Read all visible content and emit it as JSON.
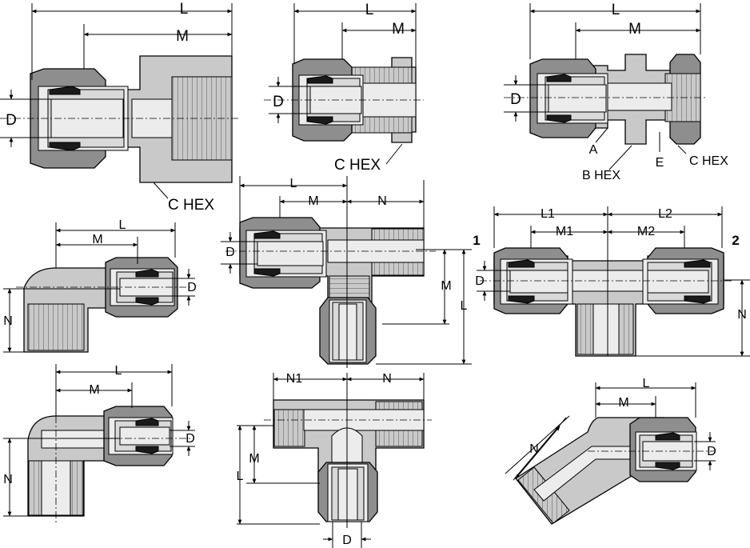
{
  "figures": {
    "female_connector": {
      "L": "L",
      "M": "M",
      "D": "D",
      "C_HEX": "C HEX"
    },
    "male_connector": {
      "L": "L",
      "M": "M",
      "D": "D",
      "C_HEX": "C HEX"
    },
    "bulkhead_connector": {
      "L": "L",
      "M": "M",
      "D": "D",
      "A": "A",
      "B_HEX": "B HEX",
      "E": "E",
      "C_HEX": "C HEX"
    },
    "female_elbow": {
      "L": "L",
      "M": "M",
      "N": "N",
      "D": "D"
    },
    "male_branch_tee": {
      "L": "L",
      "M": "M",
      "N": "N",
      "D": "D",
      "M_vertical": "M",
      "L_vertical": "L"
    },
    "female_branch_tee": {
      "L1": "L1",
      "L2": "L2",
      "M1": "M1",
      "M2": "M2",
      "D": "D",
      "N": "N",
      "port1": "1",
      "port2": "2"
    },
    "male_elbow": {
      "L": "L",
      "M": "M",
      "N": "N",
      "D": "D"
    },
    "female_run_tee": {
      "N1": "N1",
      "N": "N",
      "M": "M",
      "L": "L",
      "D": "D"
    },
    "elbow_45": {
      "L": "L",
      "M": "M",
      "N": "N",
      "D": "D"
    }
  },
  "colors": {
    "body": "#c9c9c9",
    "nut": "#8e8e8e",
    "bore": "#ececec",
    "ferrule": "#1a1a1a"
  }
}
